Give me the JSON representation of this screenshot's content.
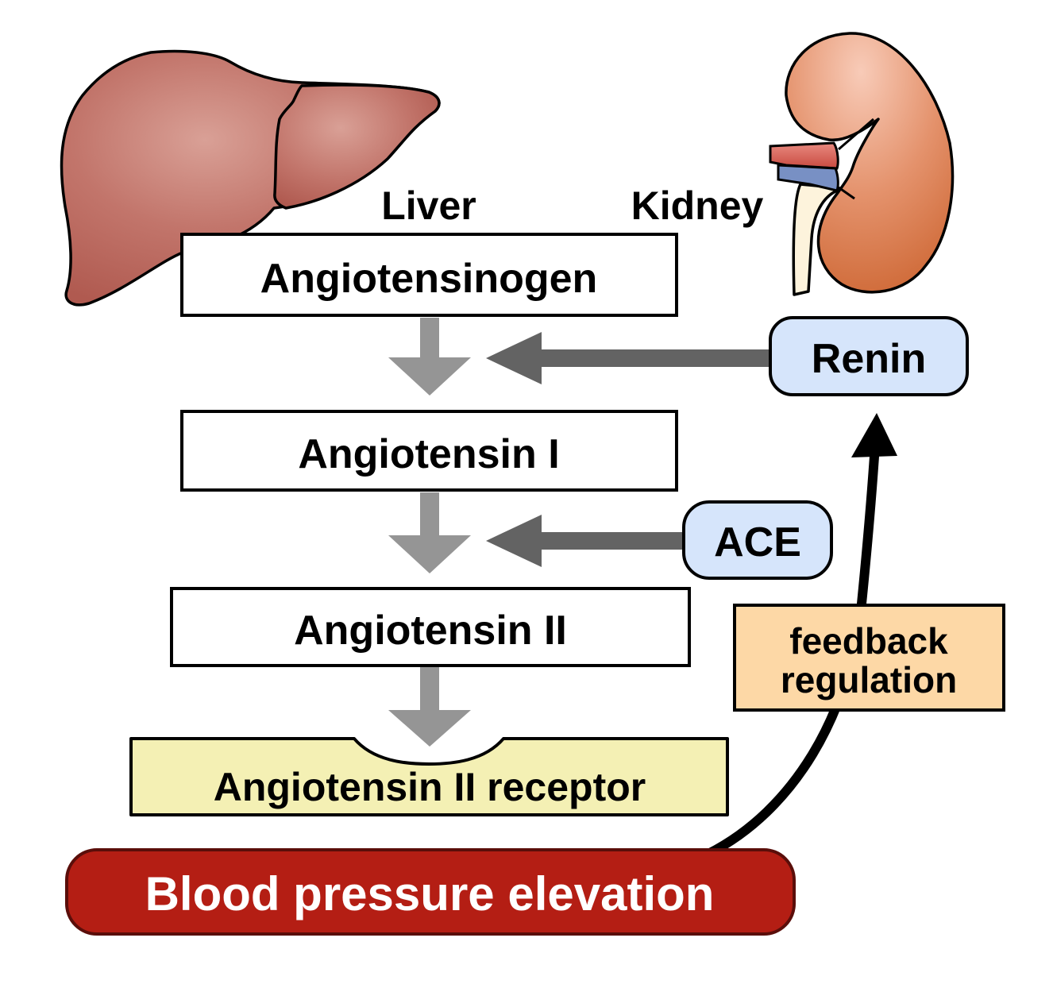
{
  "diagram": {
    "title": "Renin-angiotensin system",
    "organs": {
      "liver": {
        "label": "Liver",
        "icon": "liver-icon"
      },
      "kidney": {
        "label": "Kidney",
        "icon": "kidney-icon"
      }
    },
    "pathway": [
      {
        "id": "angiotensinogen",
        "label": "Angiotensinogen"
      },
      {
        "id": "angiotensin-1",
        "label": "Angiotensin I"
      },
      {
        "id": "angiotensin-2",
        "label": "Angiotensin II"
      },
      {
        "id": "angiotensin-2-receptor",
        "label": "Angiotensin II receptor"
      }
    ],
    "enzymes": [
      {
        "id": "renin",
        "label": "Renin",
        "acts_on": "Angiotensinogen → Angiotensin I"
      },
      {
        "id": "ace",
        "label": "ACE",
        "acts_on": "Angiotensin I → Angiotensin II"
      }
    ],
    "outcome": {
      "label": "Blood pressure elevation"
    },
    "feedback": {
      "label_line1": "feedback",
      "label_line2": "regulation",
      "from": "Blood pressure elevation",
      "to": "Renin"
    },
    "colors": {
      "liver": "#c06a60",
      "kidney": "#e09070",
      "enzyme_fill": "#d6e5fb",
      "receptor_fill": "#f4f0b4",
      "feedback_fill": "#fdd8a6",
      "outcome_fill": "#b41e14",
      "main_arrow": "#959595",
      "enzyme_arrow": "#636363",
      "artery": "#d0564a",
      "vein": "#7890c4",
      "ureter": "#fdf3dc"
    }
  }
}
